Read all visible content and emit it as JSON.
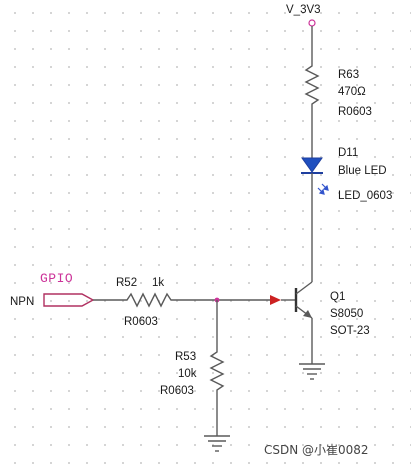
{
  "power": {
    "net": "V_3V3"
  },
  "r63": {
    "ref": "R63",
    "value": "470Ω",
    "package": "R0603"
  },
  "d11": {
    "ref": "D11",
    "value": "Blue LED",
    "package": "LED_0603"
  },
  "gpio_port": {
    "label": "GPIO",
    "net": "NPN"
  },
  "r52": {
    "ref": "R52",
    "value": "1k",
    "package": "R0603"
  },
  "r53": {
    "ref": "R53",
    "value": "10k",
    "package": "R0603"
  },
  "q1": {
    "ref": "Q1",
    "value": "S8050",
    "package": "SOT-23"
  },
  "watermark": "CSDN @小崔0082",
  "colors": {
    "wire": "#5a5a5a",
    "gpio_label": "#cc3399",
    "junction": "#cc3399",
    "pin_arrow": "#cc2222",
    "led_fill": "#1f4fbf"
  }
}
